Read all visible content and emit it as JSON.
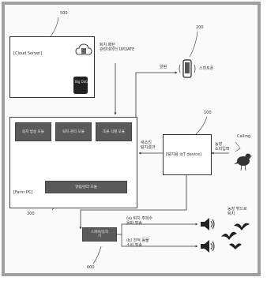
{
  "cloud": {
    "ref": "500",
    "label": "[Cloud Server]",
    "update_text": "퇴치 패턴\n관련데이터 UPDATE",
    "db_label": "Big Data"
  },
  "phone": {
    "ref": "200",
    "label": "스마트폰",
    "arrow_label": "알림"
  },
  "farm_pc": {
    "ref": "300",
    "label": "[Farm PC]",
    "modules": [
      "퇴치 방송 모듈",
      "퇴치 관리 모듈",
      "조류 식별 모듈"
    ],
    "bottom_module": "알람/관리 모듈",
    "result_label": "새소리\n탐지결과"
  },
  "iot": {
    "ref": "100",
    "label": "[탐지용 IoT device]",
    "input_label": "농장\n소리입력",
    "calling": "Calling"
  },
  "speaker": {
    "ref": "600",
    "label": "스피커/동작\n기",
    "action_a": "(a) 퇴치 주파수\n음파 발송",
    "action_b": "(b) 천적 동물\n소리 발송",
    "result": "농장 밖으로\n퇴치"
  }
}
